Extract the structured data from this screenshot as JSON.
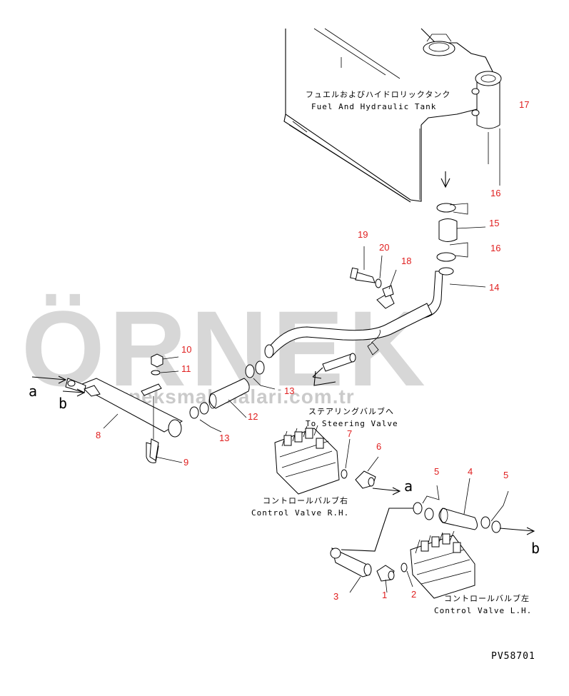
{
  "watermark": {
    "brand": "ÖRNEK",
    "site": "orneksmakinalari.com.tr",
    "accent_color": "#f1cf50"
  },
  "labels": {
    "fuel_tank_jp": "フュエルおよびハイドロリックタンク",
    "fuel_tank_en": "Fuel And Hydraulic Tank",
    "steering_jp": "ステアリングバルブへ",
    "steering_en": "To Steering Valve",
    "control_rh_jp": "コントロールバルブ右",
    "control_rh_en": "Control Valve R.H.",
    "control_lh_jp": "コントロールバルブ左",
    "control_lh_en": "Control Valve L.H."
  },
  "flow_markers": {
    "a_left": "a",
    "b_left": "b",
    "a_right": "a",
    "b_right": "b"
  },
  "callouts": {
    "c1": "1",
    "c2": "2",
    "c3": "3",
    "c4": "4",
    "c5a": "5",
    "c5b": "5",
    "c6": "6",
    "c7": "7",
    "c8": "8",
    "c9": "9",
    "c10": "10",
    "c11": "11",
    "c12": "12",
    "c13a": "13",
    "c13b": "13",
    "c14": "14",
    "c15": "15",
    "c16a": "16",
    "c16b": "16",
    "c17": "17",
    "c18": "18",
    "c19": "19",
    "c20": "20"
  },
  "drawing_number": "PV58701",
  "colors": {
    "callout": "#e02020",
    "line": "#000000",
    "watermark": "#b8b8b8"
  }
}
